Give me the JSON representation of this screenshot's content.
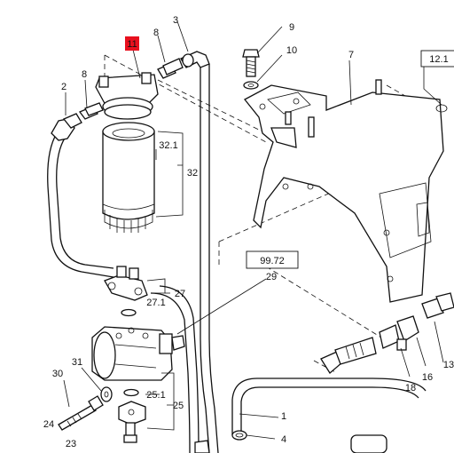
{
  "highlight": {
    "label": "11",
    "color": "#e8101e"
  },
  "callouts": {
    "c1": "1",
    "c2": "2",
    "c3": "3",
    "c4": "4",
    "c7": "7",
    "c8a": "8",
    "c8b": "8",
    "c9": "9",
    "c10": "10",
    "c13": "13",
    "c16": "16",
    "c18": "18",
    "c23": "23",
    "c24": "24",
    "c25": "25",
    "c25_1": "25.1",
    "c27": "27",
    "c27_1": "27.1",
    "c29": "29",
    "c30": "30",
    "c31": "31",
    "c32": "32",
    "c32_1": "32.1"
  },
  "references": {
    "r1": "12.1",
    "r2": "99.72"
  }
}
